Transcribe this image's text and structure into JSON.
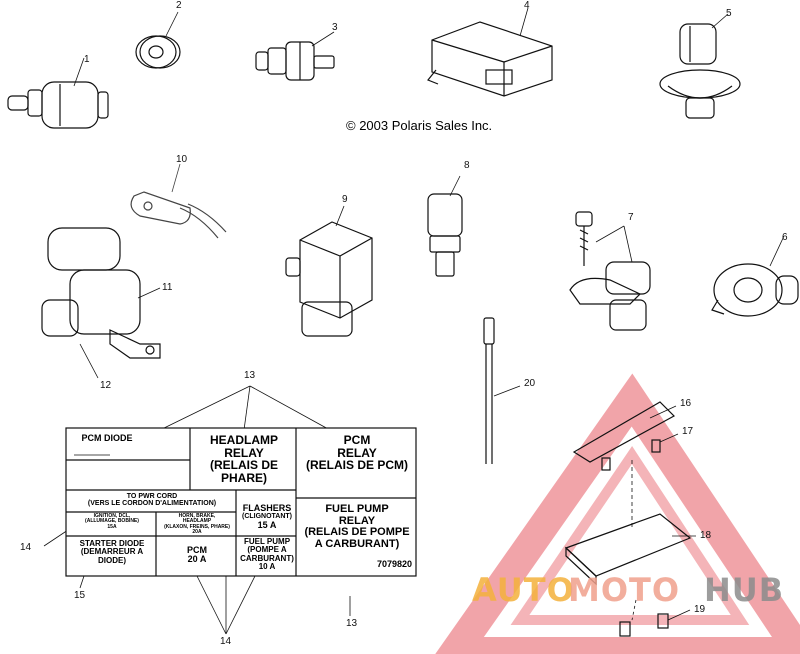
{
  "copyright": "© 2003 Polaris Sales Inc.",
  "callouts": [
    "1",
    "2",
    "3",
    "4",
    "5",
    "6",
    "7",
    "8",
    "9",
    "10",
    "11",
    "12",
    "13",
    "13",
    "14",
    "14",
    "15",
    "16",
    "17",
    "18",
    "19",
    "20"
  ],
  "label_card": {
    "pcm_diode": "PCM DIODE",
    "headlamp_relay": [
      "HEADLAMP",
      "RELAY",
      "(RELAIS DE",
      "PHARE)"
    ],
    "pcm_relay": [
      "PCM",
      "RELAY",
      "(RELAIS DE PCM)"
    ],
    "to_pwr_cord": [
      "TO PWR CORD",
      "(VERS LE CORDON D'ALIMENTATION)"
    ],
    "ignition_fuse": [
      "IGNITION, DCL,",
      "(ALLUMAGE, BOBINE)",
      "15A"
    ],
    "horn_fuse": [
      "HORN, BRAKE,",
      "HEADLAMP",
      "(KLAXON, FREINS, PHARE)",
      "20A"
    ],
    "flashers": [
      "FLASHERS",
      "(CLIGNOTANT)",
      "15 A"
    ],
    "fuel_pump_relay": [
      "FUEL PUMP",
      "RELAY",
      "(RELAIS DE POMPE",
      "A CARBURANT)"
    ],
    "starter_diode": [
      "STARTER DIODE",
      "(DEMARREUR A",
      "DIODE)"
    ],
    "pcm_fuse": [
      "PCM",
      "20 A"
    ],
    "fuel_pump_fuse": [
      "FUEL PUMP",
      "(POMPE A",
      "CARBURANT)",
      "10 A"
    ],
    "part_number": "7079820"
  },
  "watermark": {
    "part1": "AUTO",
    "part2": "MOTO",
    "part3": "HUB",
    "colors": {
      "auto": "#f4b13c",
      "moto": "#f0a08c",
      "hub": "#8c8c8c",
      "triangle": "#e0303a"
    }
  }
}
